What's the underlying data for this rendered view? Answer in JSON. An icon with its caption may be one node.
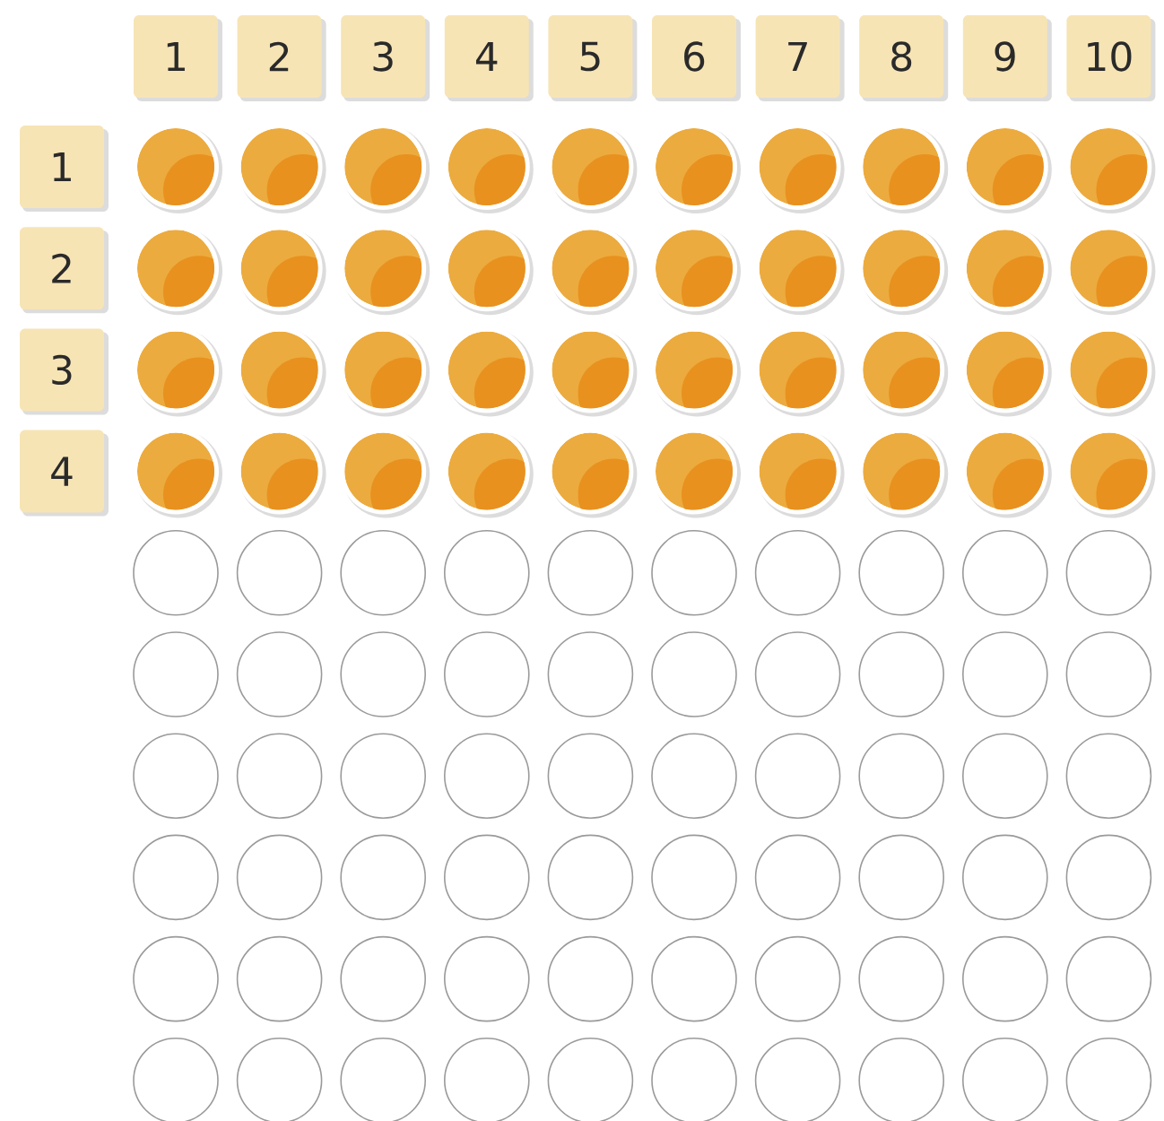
{
  "diagram": {
    "nodes": [
      {
        "text": [
          "1"
        ]
      },
      {
        "text": [
          "2"
        ]
      },
      {
        "text": [
          "3"
        ]
      },
      {
        "text": [
          "4"
        ]
      },
      {
        "text": [
          "5"
        ]
      },
      {
        "text": [
          "6"
        ]
      },
      {
        "text": [
          "7"
        ]
      },
      {
        "text": [
          "8"
        ]
      },
      {
        "text": [
          "9"
        ]
      },
      {
        "text": [
          "10"
        ]
      },
      {
        "text": [
          "1"
        ]
      },
      {
        "text": [
          "2"
        ]
      },
      {
        "text": [
          "3"
        ]
      },
      {
        "text": [
          "4"
        ]
      }
    ]
  }
}
